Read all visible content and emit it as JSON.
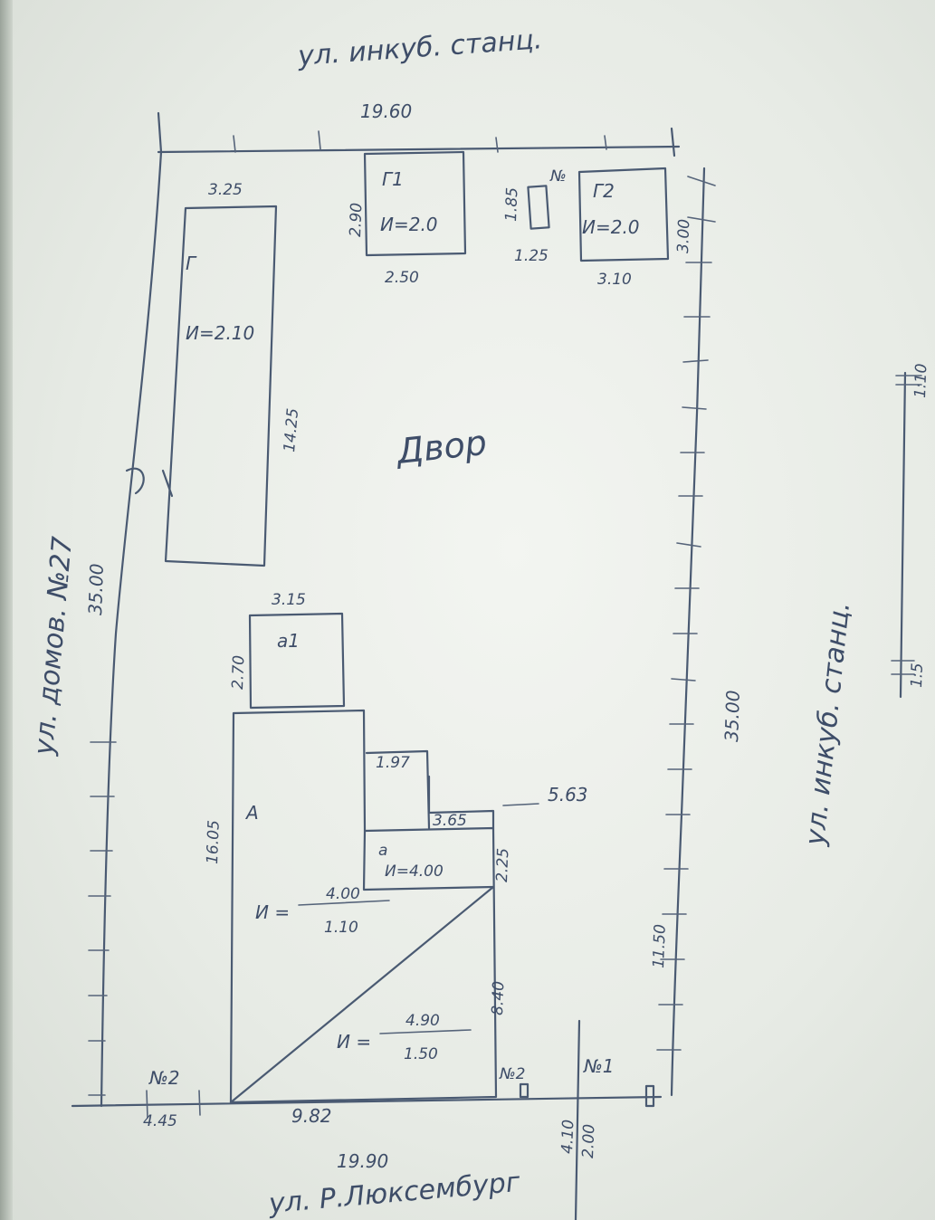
{
  "streets": {
    "top": "ул. инкуб. станц.",
    "left": "ул. домов. №27",
    "right": "ул. инкуб. станц.",
    "bottom": "ул. Р.Люксембург"
  },
  "yard_label": "Двор",
  "dimensions": {
    "top_width": "19.60",
    "bottom_width": "19.90",
    "left_length": "35.00",
    "right_length": "35.00",
    "bottom_left_offset": "4.45",
    "bottom_house_offset": "9.82",
    "gate_offset_1": "4.10",
    "gate_offset_2": "2.00",
    "right_lower": "11.50",
    "right_gap": "5.63"
  },
  "buildings": {
    "g": {
      "label": "Г",
      "height": "И=2.10",
      "width": "3.25",
      "length": "14.25"
    },
    "g1": {
      "label": "Г1",
      "height": "И=2.0",
      "width": "2.50",
      "depth": "2.90"
    },
    "toilet": {
      "label": "№",
      "width": "1.25",
      "depth": "1.85"
    },
    "g2": {
      "label": "Г2",
      "height": "И=2.0",
      "width": "3.10",
      "depth": "3.00"
    },
    "a1": {
      "label": "а1",
      "width": "3.15",
      "depth": "2.70"
    },
    "house_a": {
      "label": "А",
      "length": "16.05",
      "h1_num": "4.00",
      "h1_den": "1.10",
      "h2_num": "4.90",
      "h2_den": "1.50",
      "side": "8.40"
    },
    "a": {
      "label": "а",
      "height": "И=4.00",
      "w1": "1.97",
      "w2": "3.65",
      "depth": "2.25"
    }
  },
  "gates": {
    "n1": "№1",
    "n2": "№2",
    "n2_left": "№2"
  },
  "scale_marks": {
    "top": "1:10",
    "bottom": "1:5"
  }
}
